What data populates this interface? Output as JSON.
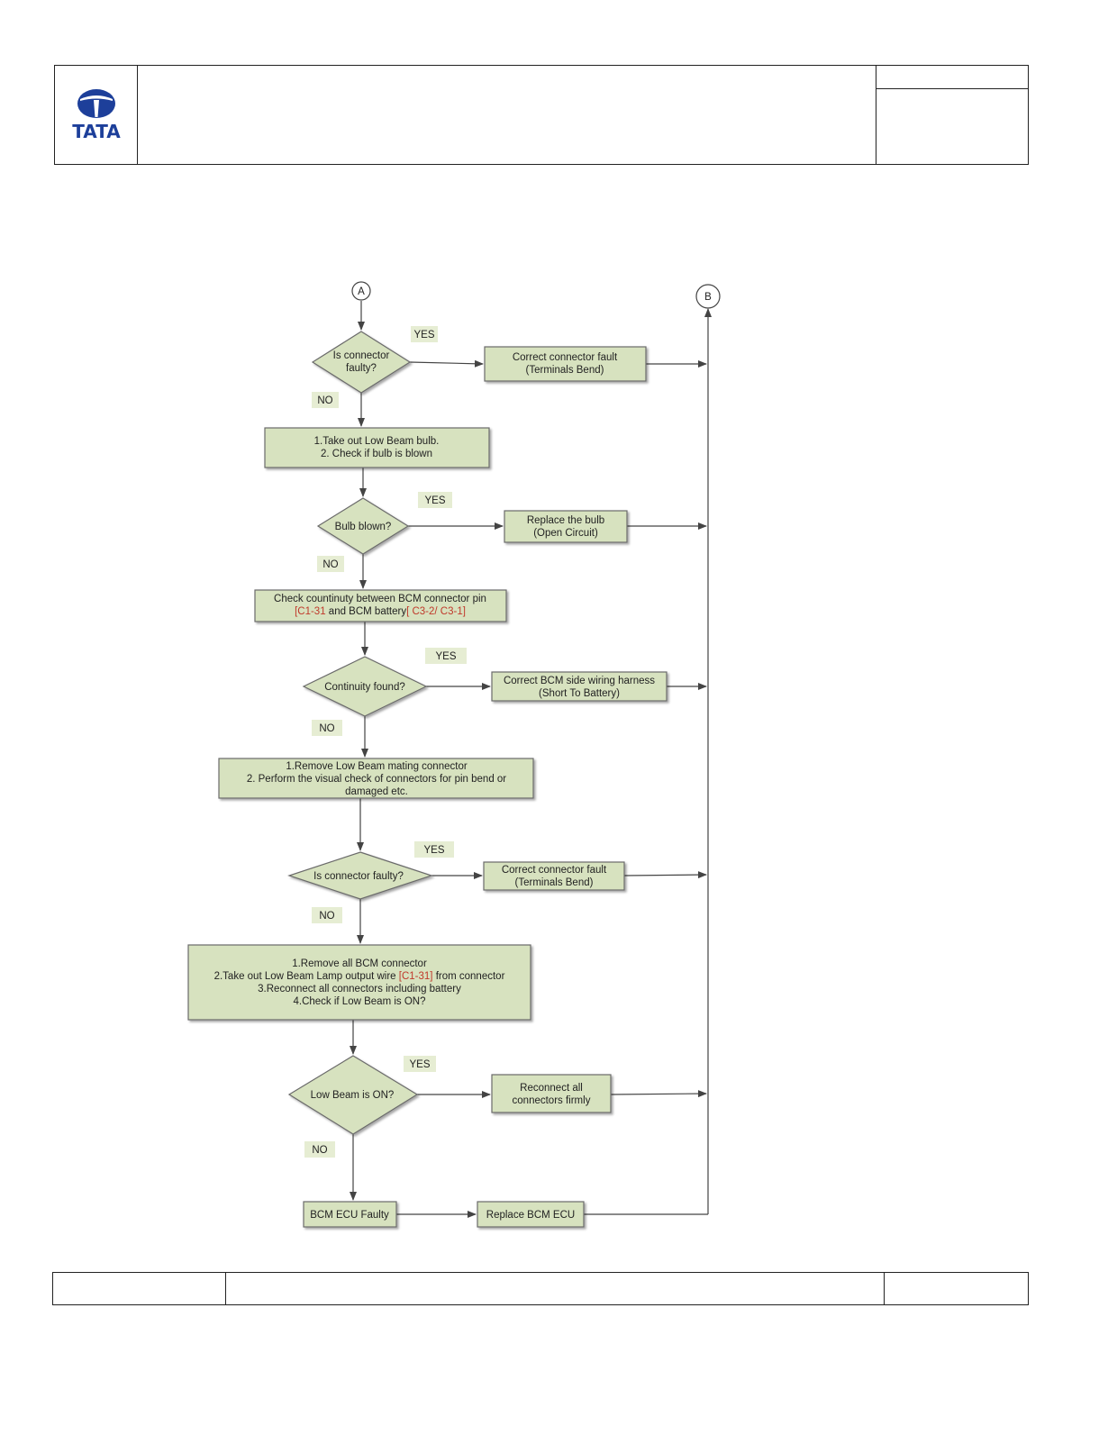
{
  "header": {
    "logo_text": "TATA",
    "logo_icon": "tata-logo-icon"
  },
  "colors": {
    "box_fill": "#d7e2bf",
    "box_stroke": "#6b6b6b",
    "label_fill": "#e6edd3",
    "arrow": "#444444",
    "highlight": "#c0392b",
    "logo": "#1d3f9a"
  },
  "flowchart": {
    "connectors": {
      "start": "A",
      "end": "B"
    },
    "nodes": {
      "d1": "Is connector|faulty?",
      "r1": "Correct connector fault|(Terminals Bend)",
      "p1": "1.Take out Low Beam bulb.|2. Check if bulb is blown",
      "d2": "Bulb blown?",
      "r2": "Replace the bulb|(Open Circuit)",
      "p2_line1": "Check countinuty between BCM connector pin",
      "p2_red1": "[C1-31",
      "p2_mid": " and BCM battery",
      "p2_red2": "[ C3-2/ C3-1]",
      "d3": "Continuity found?",
      "r3": "Correct BCM side wiring harness|(Short To Battery)",
      "p3": "1.Remove Low Beam  mating connector|2. Perform the visual check of connectors for pin bend or|damaged etc.",
      "d4": "Is connector faulty?",
      "r4": "Correct connector fault|(Terminals Bend)",
      "p4_line1": "1.Remove all BCM connector",
      "p4_line2a": "2.Take out Low Beam Lamp  output wire ",
      "p4_line2red": "[C1-31]",
      "p4_line2b": " from connector",
      "p4_line3": "3.Reconnect all connectors including battery",
      "p4_line4": "4.Check if Low Beam  is ON?",
      "d5": "Low Beam is ON?",
      "r5": "Reconnect all|connectors firmly",
      "p5": "BCM ECU Faulty",
      "r6": "Replace BCM  ECU"
    },
    "labels": {
      "yes": "YES",
      "no": "NO"
    }
  }
}
